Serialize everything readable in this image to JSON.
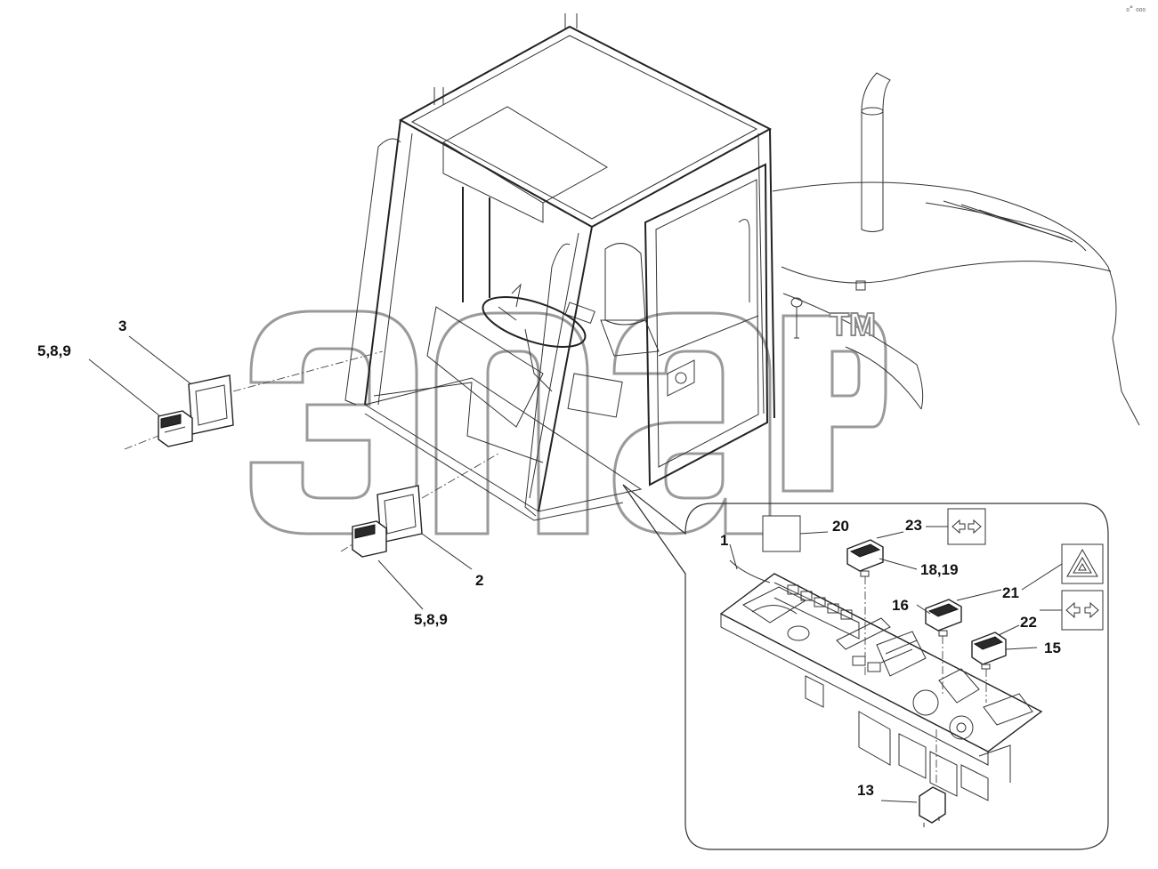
{
  "corner_mark": "₀° ₀₀₀",
  "watermark": {
    "text": "элар",
    "trademark": "TM"
  },
  "callouts": {
    "c1": "1",
    "c2": "2",
    "c3": "3",
    "c13": "13",
    "c15": "15",
    "c16": "16",
    "c20": "20",
    "c21": "21",
    "c22": "22",
    "c23": "23",
    "c18_19": "18,19",
    "c5_8_9_top": "5,8,9",
    "c5_8_9_bottom": "5,8,9"
  },
  "icons": {
    "arrows_box_23": "double-arrow-icon",
    "hazard_box_21": "hazard-triangle-icon",
    "arrows_box_22": "double-arrow-icon"
  }
}
